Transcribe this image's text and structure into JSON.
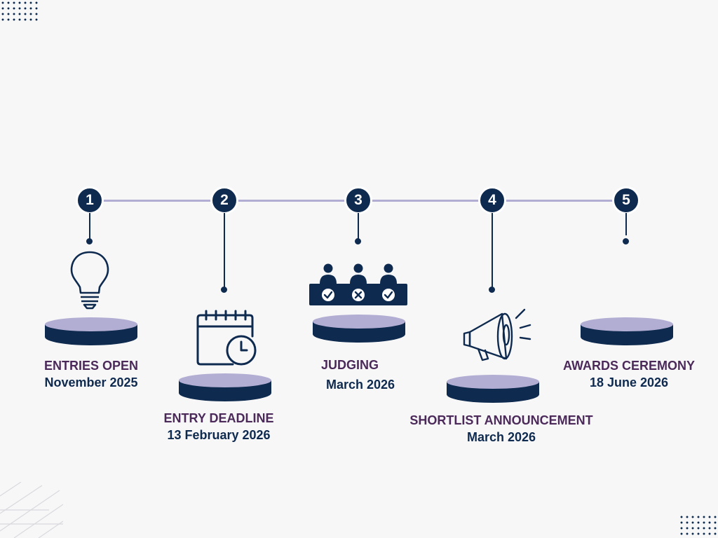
{
  "timeline": {
    "steps": [
      {
        "number": "1",
        "title": "ENTRIES OPEN",
        "date": "November 2025",
        "icon": "lightbulb-icon"
      },
      {
        "number": "2",
        "title": "ENTRY DEADLINE",
        "date": "13 February 2026",
        "icon": "calendar-clock-icon"
      },
      {
        "number": "3",
        "title": "JUDGING",
        "date": "March 2026",
        "icon": "judging-panel-icon"
      },
      {
        "number": "4",
        "title": "SHORTLIST ANNOUNCEMENT",
        "date": "March 2026",
        "icon": "megaphone-icon"
      },
      {
        "number": "5",
        "title": "AWARDS CEREMONY",
        "date": "18 June 2026",
        "icon": ""
      }
    ]
  },
  "colors": {
    "navy": "#0e2a4f",
    "lavender": "#b2aed3",
    "title_purple": "#4b2a5a"
  }
}
